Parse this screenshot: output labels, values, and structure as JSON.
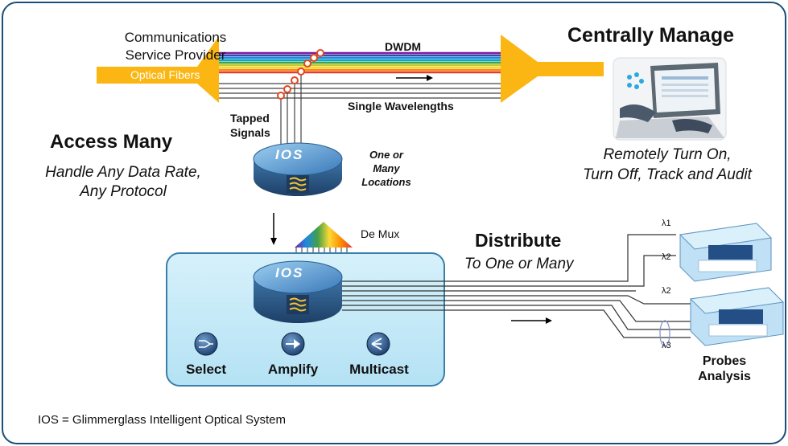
{
  "provider_label": [
    "Communications",
    "Service Provider"
  ],
  "optical_fibers_label": "Optical Fibers",
  "dwdm_label": "DWDM",
  "single_wavelengths_label": "Single Wavelengths",
  "tapped_signals_label": [
    "Tapped",
    "Signals"
  ],
  "centrally_manage": {
    "heading": "Centrally Manage",
    "caption": [
      "Remotely Turn On,",
      "Turn Off, Track and Audit"
    ]
  },
  "access_many": {
    "heading": "Access Many",
    "caption": [
      "Handle Any Data Rate,",
      "Any Protocol"
    ]
  },
  "locations_label": [
    "One or",
    "Many",
    "Locations"
  ],
  "ios_label": "IOS",
  "demux_label": "De Mux",
  "distribute": {
    "heading": "Distribute",
    "caption": "To One or Many"
  },
  "functions": [
    {
      "label": "Select",
      "icon": "select-icon"
    },
    {
      "label": "Amplify",
      "icon": "amplify-icon"
    },
    {
      "label": "Multicast",
      "icon": "multicast-icon"
    }
  ],
  "lambda_labels": [
    "λ1",
    "λ2",
    "λ2",
    "λ3"
  ],
  "probes_label": [
    "Probes",
    "Analysis"
  ],
  "footnote": "IOS = Glimmerglass Intelligent Optical System",
  "colors": {
    "frame": "#1b4f7a",
    "fiber_orange": "#fbb614",
    "tap_node": "#e3471d",
    "module_fill": "#c5ebf8",
    "module_border": "#3a7fa8",
    "ios_top": "#5fa0d8",
    "ios_side": "#2f5f8f",
    "probe_fill": "#bfe0f5"
  },
  "rainbow": [
    "#7b1fa2",
    "#3949ab",
    "#1e88e5",
    "#00acc1",
    "#43a047",
    "#c0ca33",
    "#fdd835",
    "#fb8c00",
    "#e53935"
  ]
}
